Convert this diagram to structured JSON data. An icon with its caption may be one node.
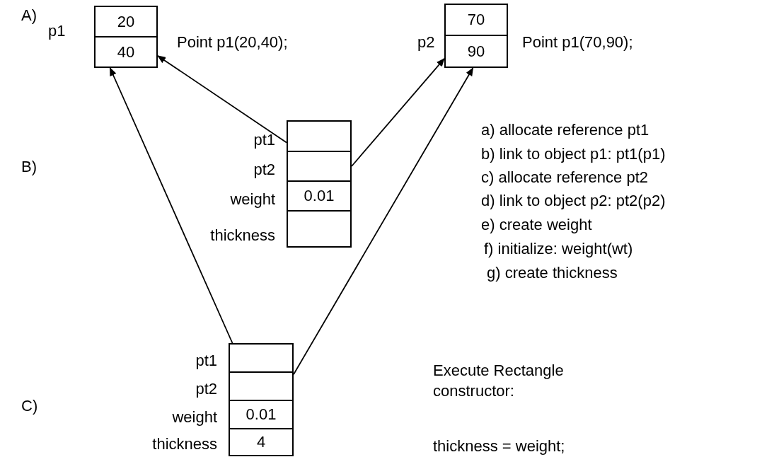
{
  "diagram": {
    "nodes": [
      {
        "text": [
          "20"
        ]
      },
      {
        "text": [
          "40"
        ]
      },
      {
        "text": [
          "70"
        ]
      },
      {
        "text": [
          "90"
        ]
      },
      {
        "text": [],
        "shape": "box",
        "beside": [
          "pt1"
        ]
      },
      {
        "text": [],
        "shape": "box",
        "beside": [
          "pt2"
        ]
      },
      {
        "text": [
          "0.01"
        ],
        "beside": [
          "weight"
        ]
      },
      {
        "text": [],
        "shape": "box",
        "beside": [
          "thickness"
        ]
      },
      {
        "text": [],
        "shape": "box",
        "beside": [
          "pt1"
        ]
      },
      {
        "text": [],
        "shape": "box",
        "beside": [
          "pt2"
        ]
      },
      {
        "text": [
          "0.01"
        ],
        "beside": [
          "weight"
        ]
      },
      {
        "text": [
          "4"
        ],
        "beside": [
          "thickness"
        ]
      }
    ],
    "edges": [
      {
        "from": 4,
        "to": 1,
        "arrow": "to"
      },
      {
        "from": 5,
        "to": 3,
        "arrow": "to"
      },
      {
        "from": 8,
        "to": 1,
        "arrow": "to"
      },
      {
        "from": 9,
        "to": 3,
        "arrow": "to"
      }
    ],
    "labels": [
      "A)",
      "p1",
      "Point p1(20,40);",
      "p2",
      "Point p1(70,90);",
      "B)",
      "a) allocate reference pt1",
      "b) link to object p1:  pt1(p1)",
      "c) allocate reference pt2",
      "d) link to object p2:  pt2(p2)",
      "e) create weight",
      "f) initialize:  weight(wt)",
      "g) create thickness",
      "C)",
      "Execute Rectangle constructor:",
      "thickness = weight;"
    ]
  }
}
